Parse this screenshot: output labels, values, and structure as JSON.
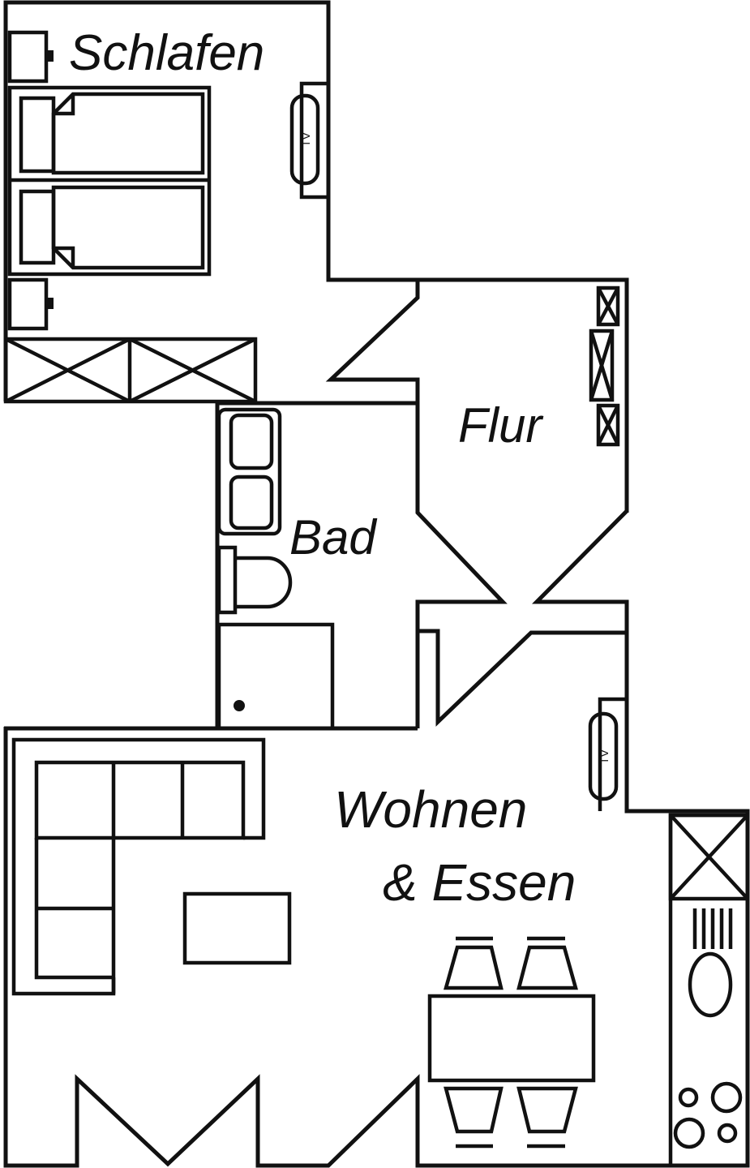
{
  "rooms": {
    "schlafen": "Schlafen",
    "flur": "Flur",
    "bad": "Bad",
    "wohnen_line1": "Wohnen",
    "wohnen_line2": "& Essen"
  },
  "appliances": {
    "tv_bedroom": "TV",
    "tv_living": "TV"
  },
  "colors": {
    "line": "#111111",
    "background": "#ffffff"
  }
}
